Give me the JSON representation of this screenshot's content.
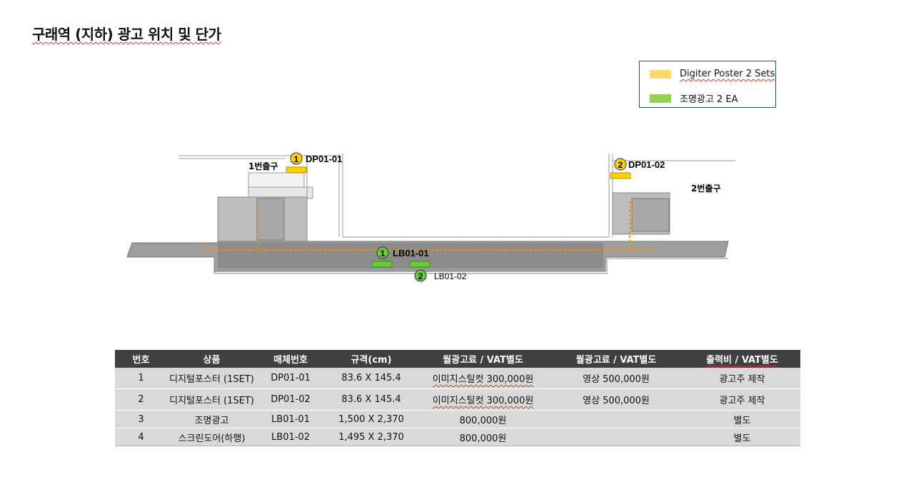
{
  "title": "구래역 (지하) 광고 위치 및 단가",
  "legend": {
    "items": [
      {
        "label": "Digiter Poster 2 Sets",
        "color": "#ffd966"
      },
      {
        "label": "조명광고 2 EA",
        "color": "#92d050"
      }
    ]
  },
  "plan": {
    "exit1": "1번출구",
    "exit2": "2번출구",
    "markers": [
      {
        "num": "1",
        "code": "DP01-01",
        "color": "#ffd100"
      },
      {
        "num": "2",
        "code": "DP01-02",
        "color": "#ffd100"
      },
      {
        "num": "1",
        "code": "LB01-01",
        "color": "#66cc33"
      },
      {
        "num": "2",
        "code": "LB01-02",
        "color": "#66cc33"
      }
    ]
  },
  "table": {
    "headers": [
      "번호",
      "상품",
      "매체번호",
      "규격(cm)",
      "월광고료 / VAT별도",
      "월광고료 / VAT별도",
      "출력비 / VAT별도"
    ],
    "rows": [
      [
        "1",
        "디지털포스터 (1SET)",
        "DP01-01",
        "83.6 X 145.4",
        "이미지스틸컷  300,000원",
        "영상  500,000원",
        "광고주 제작"
      ],
      [
        "2",
        "디지털포스터 (1SET)",
        "DP01-02",
        "83.6 X 145.4",
        "이미지스틸컷  300,000원",
        "영상  500,000원",
        "광고주 제작"
      ],
      [
        "3",
        "조명광고",
        "LB01-01",
        "1,500  X  2,370",
        "800,000원",
        "",
        "별도"
      ],
      [
        "4",
        "스크린도어(하행)",
        "LB01-02",
        "1,495  X  2,370",
        "800,000원",
        "",
        "별도"
      ]
    ]
  }
}
